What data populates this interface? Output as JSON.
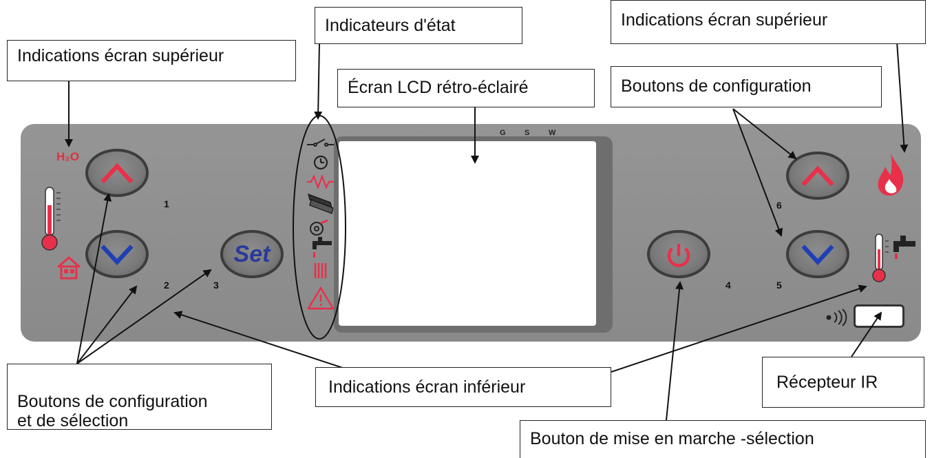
{
  "callouts": {
    "indications_sup_left": "Indications écran supérieur",
    "indicateurs_etat": "Indicateurs d'état",
    "indications_sup_right": "Indications écran supérieur",
    "ecran_lcd": "Écran LCD rétro-éclairé",
    "boutons_config": "Boutons de configuration",
    "boutons_config_selection": "Boutons de configuration\net de sélection",
    "indications_inf": "Indications écran inférieur",
    "recepteur_ir": "Récepteur IR",
    "bouton_marche": "Bouton de mise en marche -sélection"
  },
  "panel": {
    "h2o_label": "H₂O",
    "set_label": "Set",
    "lcd_top_letters": [
      "G",
      "S",
      "W"
    ],
    "button_numbers": [
      "1",
      "2",
      "3",
      "4",
      "5",
      "6"
    ]
  },
  "colors": {
    "panel": "#8f8f8f",
    "accent_red": "#e8304a",
    "accent_blue": "#1f3fb5",
    "set_text": "#2a3a9a"
  },
  "icons": {
    "status": [
      "switch-icon",
      "clock-icon",
      "resistance-icon",
      "pellet-icon",
      "fan-icon",
      "tap-icon",
      "radiator-icon",
      "warning-icon"
    ]
  }
}
